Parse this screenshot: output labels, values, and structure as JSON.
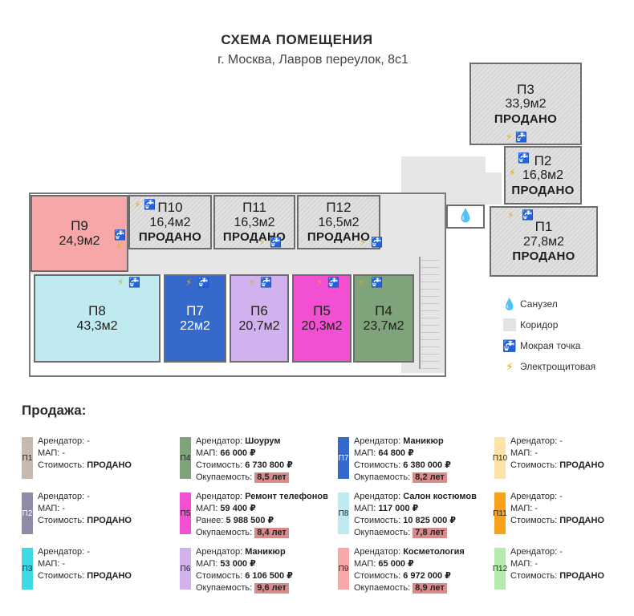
{
  "header": {
    "title": "СХЕМА ПОМЕЩЕНИЯ",
    "address": "г. Москва, Лавров переулок, 8с1"
  },
  "legend": [
    {
      "icon": "drop-icon",
      "label": "Санузел"
    },
    {
      "icon": "corridor-swatch",
      "label": "Коридор"
    },
    {
      "icon": "tap-icon",
      "label": "Мокрая точка"
    },
    {
      "icon": "bolt-icon",
      "label": "Электрощитовая"
    }
  ],
  "rooms": [
    {
      "id": "p1",
      "name": "П1",
      "area": "27,8м2",
      "status": "ПРОДАНО",
      "color": "#d8d8d8"
    },
    {
      "id": "p2",
      "name": "П2",
      "area": "16,8м2",
      "status": "ПРОДАНО",
      "color": "#d8d8d8"
    },
    {
      "id": "p3",
      "name": "П3",
      "area": "33,9м2",
      "status": "ПРОДАНО",
      "color": "#d8d8d8"
    },
    {
      "id": "p4",
      "name": "П4",
      "area": "23,7м2",
      "status": "",
      "color": "#7fa37a"
    },
    {
      "id": "p5",
      "name": "П5",
      "area": "20,3м2",
      "status": "",
      "color": "#f24fd3"
    },
    {
      "id": "p6",
      "name": "П6",
      "area": "20,7м2",
      "status": "",
      "color": "#d1b2ef"
    },
    {
      "id": "p7",
      "name": "П7",
      "area": "22м2",
      "status": "",
      "color": "#3669cc"
    },
    {
      "id": "p8",
      "name": "П8",
      "area": "43,3м2",
      "status": "",
      "color": "#bfeaf0"
    },
    {
      "id": "p9",
      "name": "П9",
      "area": "24,9м2",
      "status": "",
      "color": "#f7a7a7"
    },
    {
      "id": "p10",
      "name": "П10",
      "area": "16,4м2",
      "status": "ПРОДАНО",
      "color": "#d8d8d8"
    },
    {
      "id": "p11",
      "name": "П11",
      "area": "16,3м2",
      "status": "ПРОДАНО",
      "color": "#d8d8d8"
    },
    {
      "id": "p12",
      "name": "П12",
      "area": "16,5м2",
      "status": "ПРОДАНО",
      "color": "#d8d8d8"
    }
  ],
  "sales": {
    "title": "Продажа:",
    "cards": [
      {
        "code": "П1",
        "color": "#c8b9ae",
        "lines": [
          {
            "label": "Арендатор:",
            "value": "-"
          },
          {
            "label": "МАП:",
            "value": "-"
          },
          {
            "label": "Стоимость:",
            "value": "ПРОДАНО",
            "bold": true
          }
        ]
      },
      {
        "code": "П2",
        "color": "#8e8ba6",
        "lines": [
          {
            "label": "Арендатор:",
            "value": "-"
          },
          {
            "label": "МАП:",
            "value": "-"
          },
          {
            "label": "Стоимость:",
            "value": "ПРОДАНО",
            "bold": true
          }
        ]
      },
      {
        "code": "П3",
        "color": "#3fd9e3",
        "lines": [
          {
            "label": "Арендатор:",
            "value": "-"
          },
          {
            "label": "МАП:",
            "value": "-"
          },
          {
            "label": "Стоимость:",
            "value": "ПРОДАНО",
            "bold": true
          }
        ]
      },
      {
        "code": "П4",
        "color": "#7fa37a",
        "lines": [
          {
            "label": "Арендатор:",
            "value": "Шоурум",
            "bold": true
          },
          {
            "label": "МАП:",
            "value": "66 000 ₽",
            "bold": true
          },
          {
            "label": "Стоимость:",
            "value": "6 730 800 ₽",
            "bold": true
          },
          {
            "label": "Окупаемость:",
            "value": "8,5 лет",
            "badge": true
          }
        ]
      },
      {
        "code": "П5",
        "color": "#f24fd3",
        "lines": [
          {
            "label": "Арендатор:",
            "value": "Ремонт телефонов",
            "bold": true
          },
          {
            "label": "МАП:",
            "value": "59 400 ₽",
            "bold": true
          },
          {
            "label": "Ранее:",
            "value": "5 988 500 ₽",
            "bold": true
          },
          {
            "label": "Окупаемость:",
            "value": "8,4 лет",
            "badge": true
          }
        ]
      },
      {
        "code": "П6",
        "color": "#d1b2ef",
        "lines": [
          {
            "label": "Арендатор:",
            "value": "Маникюр",
            "bold": true
          },
          {
            "label": "МАП:",
            "value": "53 000 ₽",
            "bold": true
          },
          {
            "label": "Стоимость:",
            "value": "6 106 500 ₽",
            "bold": true
          },
          {
            "label": "Окупаемость:",
            "value": "9,6 лет",
            "badge": true
          }
        ]
      },
      {
        "code": "П7",
        "color": "#3669cc",
        "lines": [
          {
            "label": "Арендатор:",
            "value": "Маникюр",
            "bold": true
          },
          {
            "label": "МАП:",
            "value": "64 800 ₽",
            "bold": true
          },
          {
            "label": "Стоимость:",
            "value": "6 380 000 ₽",
            "bold": true
          },
          {
            "label": "Окупаемость:",
            "value": "8,2 лет",
            "badge": true
          }
        ]
      },
      {
        "code": "П8",
        "color": "#bfeaf0",
        "lines": [
          {
            "label": "Арендатор:",
            "value": "Салон костюмов",
            "bold": true
          },
          {
            "label": "МАП:",
            "value": "117 000 ₽",
            "bold": true
          },
          {
            "label": "Стоимость:",
            "value": "10 825 000 ₽",
            "bold": true
          },
          {
            "label": "Окупаемость:",
            "value": "7,8 лет",
            "badge": true
          }
        ]
      },
      {
        "code": "П9",
        "color": "#f7a7a7",
        "lines": [
          {
            "label": "Арендатор:",
            "value": "Косметология",
            "bold": true
          },
          {
            "label": "МАП:",
            "value": "65 000 ₽",
            "bold": true
          },
          {
            "label": "Стоимость:",
            "value": "6 972 000 ₽",
            "bold": true
          },
          {
            "label": "Окупаемость:",
            "value": "8,9 лет",
            "badge": true
          }
        ]
      },
      {
        "code": "П10",
        "color": "#fde3a7",
        "lines": [
          {
            "label": "Арендатор:",
            "value": "-"
          },
          {
            "label": "МАП:",
            "value": "-"
          },
          {
            "label": "Стоимость:",
            "value": "ПРОДАНО",
            "bold": true
          }
        ]
      },
      {
        "code": "П11",
        "color": "#f8a11b",
        "lines": [
          {
            "label": "Арендатор:",
            "value": "-"
          },
          {
            "label": "МАП:",
            "value": "-"
          },
          {
            "label": "Стоимость:",
            "value": "ПРОДАНО",
            "bold": true
          }
        ]
      },
      {
        "code": "П12",
        "color": "#b5ecae",
        "lines": [
          {
            "label": "Арендатор:",
            "value": "-"
          },
          {
            "label": "МАП:",
            "value": "-"
          },
          {
            "label": "Стоимость:",
            "value": "ПРОДАНО",
            "bold": true
          }
        ]
      }
    ]
  }
}
